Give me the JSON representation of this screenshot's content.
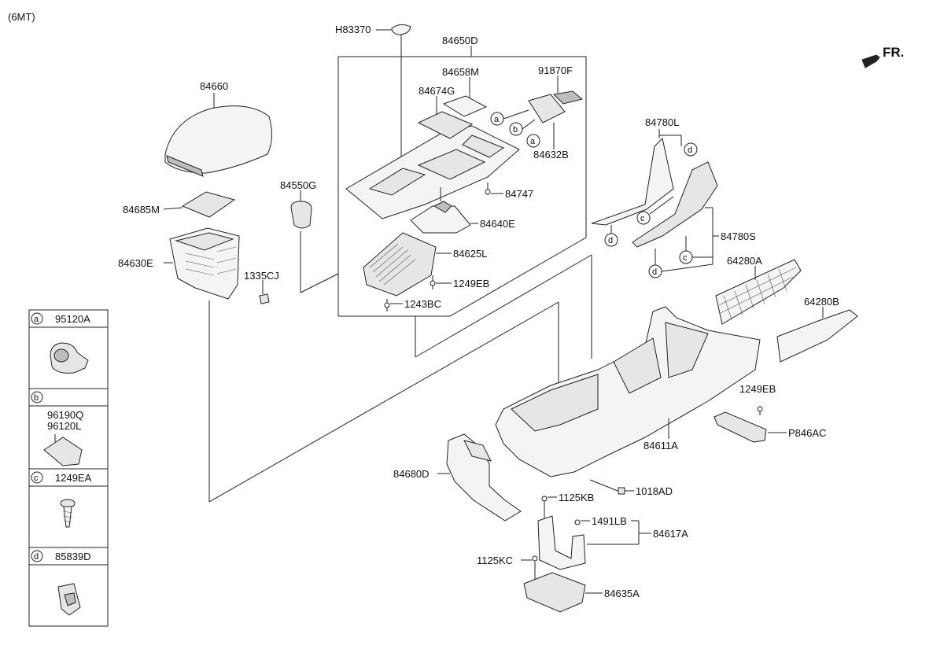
{
  "variant_label": "(6MT)",
  "direction_label": "FR.",
  "callouts": {
    "H83370": "H83370",
    "84650D": "84650D",
    "84658M": "84658M",
    "91870F": "91870F",
    "84674G": "84674G",
    "84632B": "84632B",
    "84747": "84747",
    "84640E": "84640E",
    "84625L": "84625L",
    "1249EB_a": "1249EB",
    "1243BC": "1243BC",
    "84660": "84660",
    "84685M": "84685M",
    "84630E": "84630E",
    "84550G": "84550G",
    "1335CJ": "1335CJ",
    "84780L": "84780L",
    "84780S": "84780S",
    "64280A": "64280A",
    "64280B": "64280B",
    "1249EB_b": "1249EB",
    "P846AC": "P846AC",
    "84611A": "84611A",
    "1018AD": "1018AD",
    "84680D": "84680D",
    "1125KB": "1125KB",
    "1491LB": "1491LB",
    "84617A": "84617A",
    "1125KC": "1125KC",
    "84635A": "84635A"
  },
  "refs": {
    "a": "a",
    "b": "b",
    "c": "c",
    "d": "d"
  },
  "legend": [
    {
      "key": "a",
      "parts": [
        "95120A"
      ]
    },
    {
      "key": "b",
      "parts": [
        "96190Q",
        "96120L"
      ]
    },
    {
      "key": "c",
      "parts": [
        "1249EA"
      ]
    },
    {
      "key": "d",
      "parts": [
        "85839D"
      ]
    }
  ]
}
